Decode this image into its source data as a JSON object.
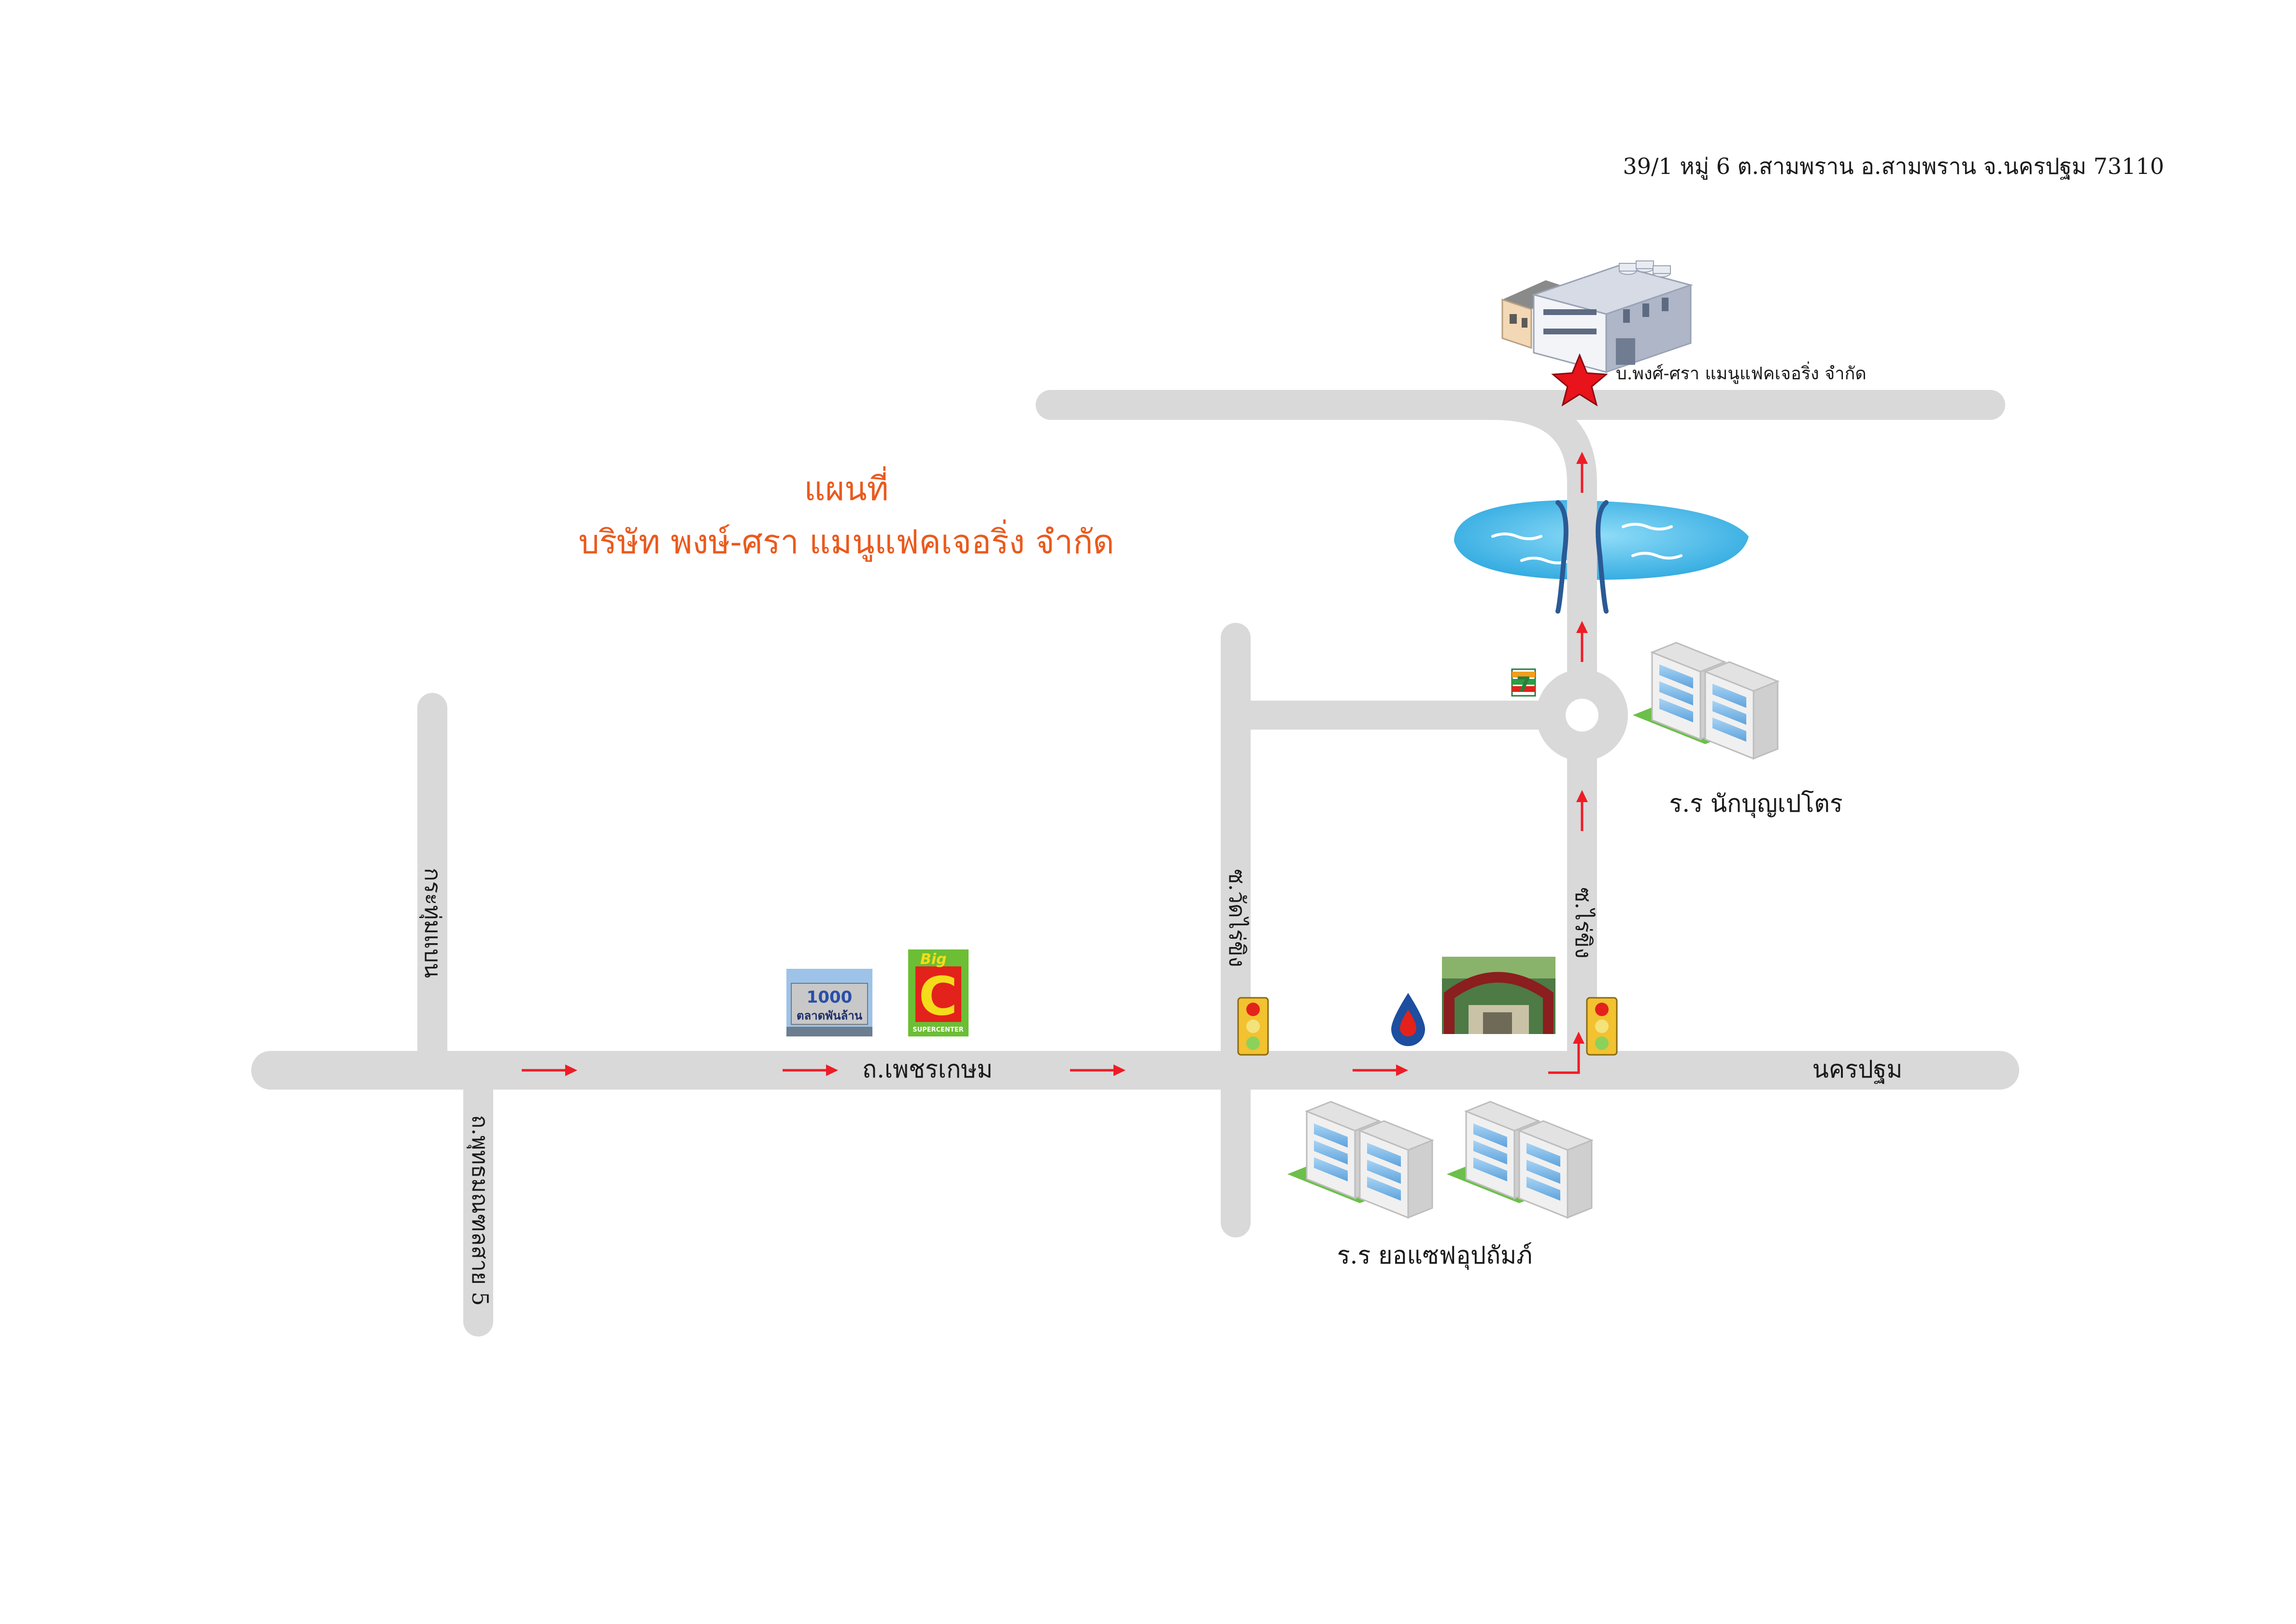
{
  "address": "39/1  หมู่ 6  ต.สามพราน อ.สามพราน จ.นครปฐม 73110",
  "title": {
    "line1": "แผนที่",
    "line2": "บริษัท พงษ์-ศรา แมนูแฟคเจอริ่ง จำกัด"
  },
  "destination_label": "บ.พงศ์-ศรา แมนูแฟคเจอริ่ง  จำกัด",
  "roads": {
    "main": "ถ.เพชรเกษม",
    "main_east": "นครปฐม",
    "left_upper": "กระทุ่มแบน",
    "left_lower": "ถ.พุทธมณฑลสาย 5",
    "middle": "ซ.วัดไร่ขิง",
    "soi_right": "ซ.ไร่ขิง"
  },
  "places": {
    "school_upper": "ร.ร นักบุญเปโตร",
    "school_lower": "ร.ร ยอแซฟอุปถัมภ์",
    "market_sign_number": "1000",
    "market_sign_text": "ตลาดพันล้าน",
    "bigc_top": "Big",
    "bigc_letter": "C",
    "bigc_sub": "SUPERCENTER",
    "seven_eleven": "7"
  },
  "colors": {
    "road": "#d9d9d9",
    "arrow": "#ee1c25",
    "title": "#ea5a1e",
    "water": "#5ec4ee",
    "bridge": "#2a5a95",
    "star": "#e8131b"
  }
}
